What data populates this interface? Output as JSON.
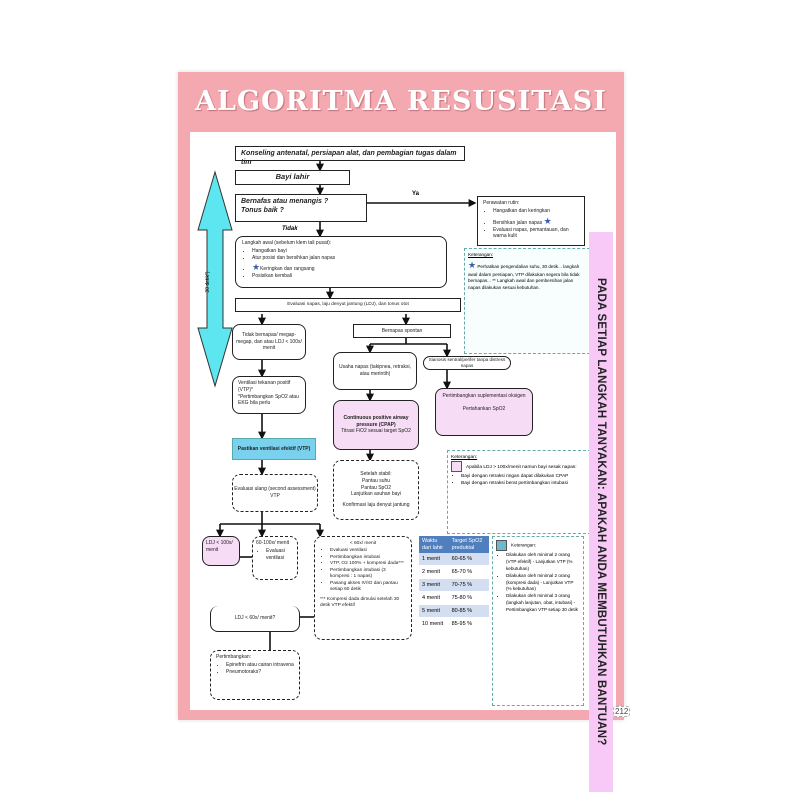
{
  "title": "ALGORITMA RESUSITASI",
  "page_number": "212",
  "banner": "PADA SETIAP LANGKAH TANYAKAN:  APAKAH ANDA MEMBUTUHKAN BANTUAN?",
  "time_arrow_label": "30 detik*)",
  "colors": {
    "poster": "#f4a9b0",
    "banner": "#f8c9f6",
    "arrow": "#5ee6f0",
    "blue_box": "#79d1ee",
    "pink_box": "#f6dcf4",
    "table_header": "#4f7fbf"
  },
  "flow": {
    "konseling": "Konseling antenatal, persiapan alat, dan pembagian tugas dalam tim",
    "bayi_lahir": "Bayi lahir",
    "question": "Bernafas atau menangis ?",
    "question2": "Tonus baik ?",
    "ya": "Ya",
    "tidak": "Tidak",
    "perawatan_rutin": {
      "title": "Perawatan rutin:",
      "items": [
        "Hangatkan dan keringkan",
        "Bersihkan jalan napas",
        "Evaluasi napas, pemantauan, dan warna kulit"
      ]
    },
    "langkah_awal": {
      "title": "Langkah awal (sebelum klem tali pusat):",
      "items": [
        "Hangatkan bayi",
        "Atur posisi dan bersihkan jalan napas",
        "Keringkan dan rangsang",
        "Posisikan kembali"
      ]
    },
    "evaluasi": "Evaluasi napas, laju denyut jantung (LDJ), dan tonus otot",
    "apnea": "Tidak bernapas/ megap-megap, dan atau LDJ < 100x/ menit",
    "bernapas": "Bernapas spontan",
    "usaha_napas": "Usaha napas (takipnea, retraksi, atau merintih)",
    "sianosis": "Sianosis sentral/perifer tanpa distress napas",
    "vtp": "Ventilasi tekanan positif (VTP)*",
    "vtp_note": "*Pertimbangkan SpO2 atau EKG bila perlu",
    "pertimbangkan_o2": "Pertimbangkan suplementasi oksigen",
    "target_spo2": "Pertahankan SpO2",
    "cpap": "Continuous positive airway pressure (CPAP)",
    "cpap_note": "Titrasi FiO2 sesuai target SpO2",
    "perawatan_pasca": {
      "lines": [
        "Setelah stabil:",
        "Pantau suhu",
        "Pantau SpO2",
        "Lanjutkan asuhan bayi"
      ],
      "note": "Konfirmasi laju denyut jantung"
    },
    "ventilasi_efektif": "Pastikan ventilasi efektif (VTP)",
    "evaluasi_ulang": "Evaluasi ulang (second assessment) VTP",
    "ldj_lt_100": "LDJ < 100x/ menit",
    "ldj_60_100": "60-100x/ menit",
    "ldj_60_100_item": "Evaluasi ventilasi",
    "ldj_gt_60": {
      "title": "< 60x/ menit",
      "items": [
        "Evaluasi ventilasi",
        "Pertimbangkan intubasi",
        "VTP, O2 100% + kompresi dada***",
        "Pertimbangkan intubasi (3 kompresi : 1 napas)",
        "Pasang akses IV/IO dan pantau setiap 60 detik"
      ],
      "note": "*** Kompresi dada dimulai setelah 30 detik VTP efektif"
    },
    "ldj_lt_60_q": "LDJ < 60x/ menit?",
    "pertimbangkan": {
      "title": "Pertimbangkan:",
      "items": [
        "Epinefrin atau cairan intravena",
        "Pneumotoraks?"
      ]
    }
  },
  "notes_star": {
    "title": "Keterangan:",
    "text": "Perhatikan pengendalian suhu, 30 detik... langkah awal dalam persiapan, VTP dilakukan segera bila tidak bernapas... ** Langkah awal dan pembersihan jalan napas dilakukan sesuai kebutuhan."
  },
  "notes_pink": {
    "title": "Keterangan:",
    "lead": "Apabila LDJ > 100x/menit namun bayi sesak napas:",
    "items": [
      "Bayi dengan retraksi ringan dapat dilakukan CPAP",
      "Bayi dengan retraksi berat pertimbangkan intubasi"
    ]
  },
  "notes_blue": {
    "title": "Keterangan:",
    "items": [
      "Dilakukan oleh minimal 2 orang (VTP efektif) - Lanjutkan VTP (% kebutuhan)",
      "Dilakukan oleh minimal 2 orang (kompresi dada) - Lanjutkan VTP (% kebutuhan)",
      "Dilakukan oleh minimal 3 orang (langkah lanjutan, obat, intubasi) - Pertimbangkan VTP setiap 30 detik"
    ]
  },
  "spo2_table": {
    "headers": [
      "Waktu dari lahir",
      "Target SpO2 preduktal"
    ],
    "rows": [
      [
        "1 menit",
        "60-65 %"
      ],
      [
        "2 menit",
        "65-70 %"
      ],
      [
        "3 menit",
        "70-75 %"
      ],
      [
        "4 menit",
        "75-80 %"
      ],
      [
        "5 menit",
        "80-85 %"
      ],
      [
        "10 menit",
        "85-95 %"
      ]
    ]
  }
}
